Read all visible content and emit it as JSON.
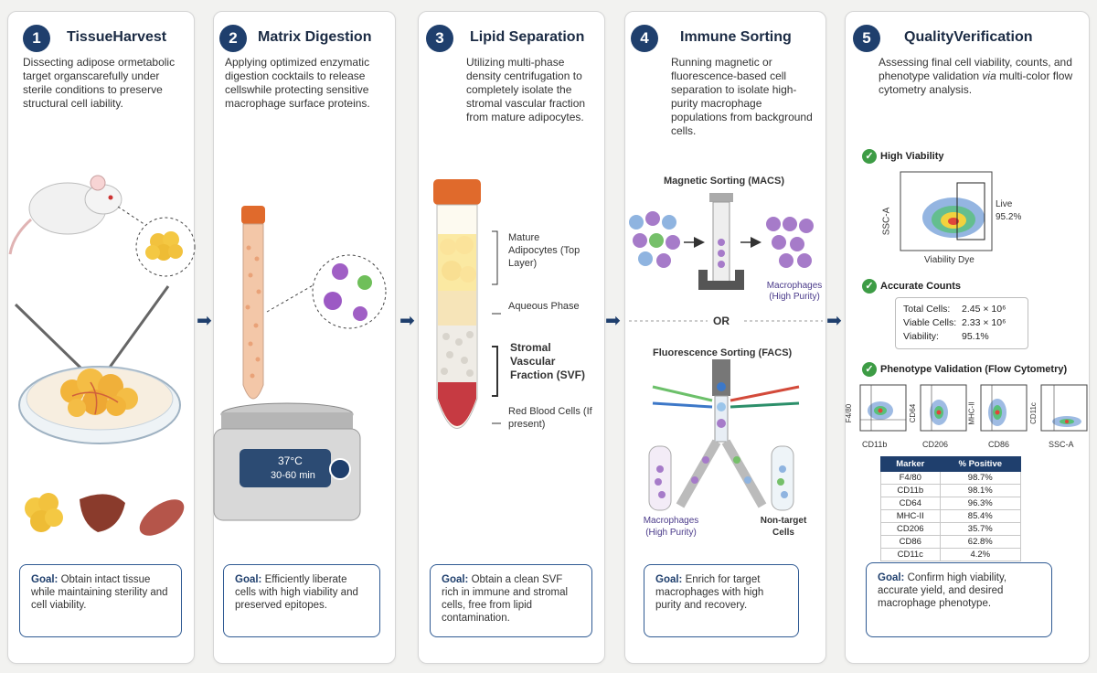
{
  "steps": [
    {
      "num": "1",
      "title": "TissueHarvest",
      "desc": "Dissecting adipose ormetabolic target organscarefully under sterile conditions to preserve structural cell iability.",
      "goal_label": "Goal:",
      "goal": "Obtain intact tissue while maintaining sterility and cell viability."
    },
    {
      "num": "2",
      "title": "Matrix Digestion",
      "desc": "Applying optimized enzymatic digestion cocktails to release cellswhile protecting sensitive macrophage surface proteins.",
      "goal_label": "Goal:",
      "goal": "Efficiently liberate cells with high viability and preserved epitopes."
    },
    {
      "num": "3",
      "title": "Lipid Separation",
      "desc": "Utilizing multi-phase density centrifugation to completely isolate the stromal vascular fraction from mature adipocytes.",
      "goal_label": "Goal:",
      "goal": "Obtain a clean SVF rich in immune and stromal cells, free from lipid contamination."
    },
    {
      "num": "4",
      "title": "Immune Sorting",
      "desc": "Running magnetic or fluorescence-based cell separation to isolate high-purity macrophage populations from background cells.",
      "goal_label": "Goal:",
      "goal": "Enrich for target macrophages with high purity and recovery."
    },
    {
      "num": "5",
      "title": "QualityVerification",
      "desc_pre": "Assessing final cell viability, counts, and phenotype validation ",
      "desc_em": "via",
      "desc_post": " multi-color flow cytometry analysis.",
      "goal_label": "Goal:",
      "goal": "Confirm high viability, accurate yield, and desired macrophage phenotype."
    }
  ],
  "incubator": {
    "temp": "37°C",
    "time": "30-60 min"
  },
  "layers": {
    "adipocytes": "Mature Adipocytes (Top Layer)",
    "aqueous": "Aqueous Phase",
    "svf": "Stromal Vascular Fraction (SVF)",
    "rbc": "Red Blood Cells (If present)"
  },
  "sorting": {
    "macs_title": "Magnetic Sorting (MACS)",
    "macs_result": "Macrophages (High Purity)",
    "or": "OR",
    "facs_title": "Fluorescence Sorting (FACS)",
    "facs_left": "Macrophages (High Purity)",
    "facs_right": "Non-target Cells"
  },
  "qc": {
    "viability_title": "High Viability",
    "scatter_y": "SSC-A",
    "scatter_x": "Viability Dye",
    "gate_label": "Live",
    "gate_value": "95.2%",
    "counts_title": "Accurate Counts",
    "counts": [
      {
        "k": "Total Cells:",
        "v": "2.45 × 10⁶"
      },
      {
        "k": "Viable Cells:",
        "v": "2.33 × 10⁶"
      },
      {
        "k": "Viability:",
        "v": "95.1%"
      }
    ],
    "phenotype_title": "Phenotype Validation (Flow Cytometry)",
    "mini_plots": [
      {
        "y": "F4/80",
        "x": "CD11b"
      },
      {
        "y": "CD64",
        "x": "CD206"
      },
      {
        "y": "MHC-II",
        "x": "CD86"
      },
      {
        "y": "CD11c",
        "x": "SSC-A"
      }
    ],
    "table_headers": [
      "Marker",
      "% Positive"
    ],
    "table_rows": [
      [
        "F4/80",
        "98.7%"
      ],
      [
        "CD11b",
        "98.1%"
      ],
      [
        "CD64",
        "96.3%"
      ],
      [
        "MHC-II",
        "85.4%"
      ],
      [
        "CD206",
        "35.7%"
      ],
      [
        "CD86",
        "62.8%"
      ],
      [
        "CD11c",
        "4.2%"
      ]
    ]
  },
  "colors": {
    "accent": "#1f3f6d",
    "check": "#3d9c45",
    "fat": "#f2c23e",
    "tube_cap": "#e06a2c"
  }
}
